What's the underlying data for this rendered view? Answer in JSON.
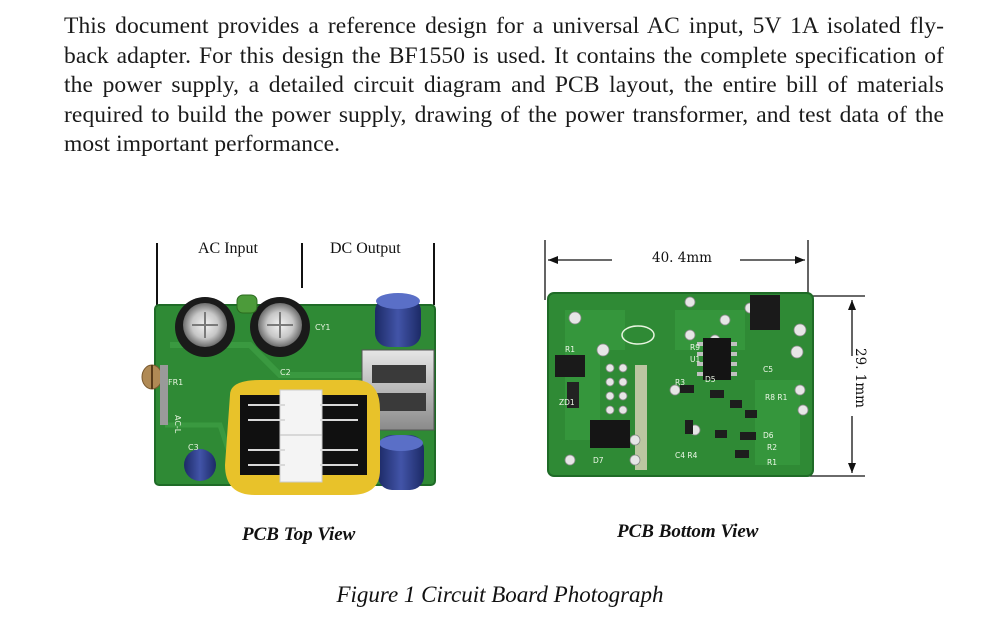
{
  "document": {
    "paragraph": "This document provides a reference design for a universal AC input, 5V 1A isolated fly-back adapter. For this design the BF1550 is used. It contains the complete specification of the power supply, a detailed circuit diagram and PCB layout, the entire bill of materials required to build the power supply, drawing of the power transformer, and test data of the most important performance."
  },
  "top_view": {
    "ac_input_label": "AC Input",
    "dc_output_label": "DC Output",
    "caption": "PCB Top View",
    "silkscreen": [
      "CY1",
      "C2",
      "FR1",
      "AC-L",
      "C3"
    ]
  },
  "bottom_view": {
    "width_label": "40. 4mm",
    "height_label": "29. 1mm",
    "caption": "PCB Bottom View",
    "silkscreen": [
      "R1",
      "ZD1",
      "D7",
      "R9",
      "U1",
      "C5",
      "R8 R1",
      "R3",
      "D6",
      "R2",
      "C4 R4",
      "R1",
      "D5"
    ]
  },
  "figure_caption": "Figure 1  Circuit Board Photograph",
  "colors": {
    "pcb_green": "#2f8a35",
    "pcb_dark": "#1f6b27",
    "transformer_yellow": "#e8c22a",
    "capacitor_blue": "#2d3f8e"
  }
}
